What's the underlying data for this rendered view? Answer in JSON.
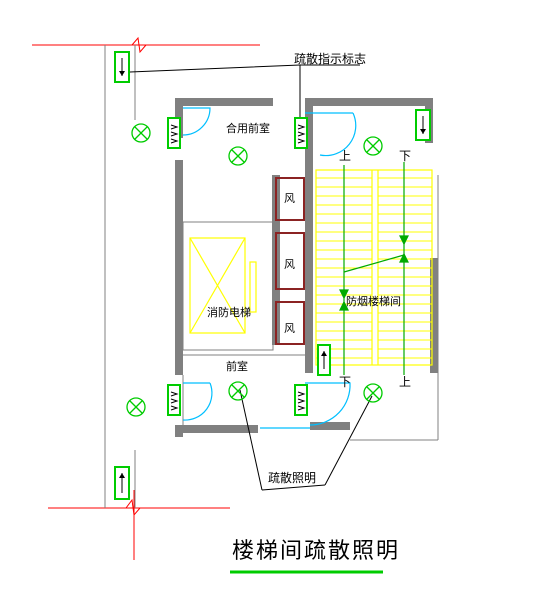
{
  "drawing": {
    "title": "楼梯间疏散照明",
    "annotations": {
      "exit_sign_label": "疏散指示标志",
      "evac_light_label": "疏散照明"
    },
    "rooms": {
      "shared_lobby": "合用前室",
      "fire_elevator": "消防电梯",
      "lobby": "前室",
      "smoke_stair": "防烟楼梯间"
    },
    "shafts": [
      "风",
      "风",
      "风"
    ],
    "stair_marks": {
      "up_top": "上",
      "down_top": "下",
      "down_bottom": "下",
      "up_bottom": "上"
    },
    "colors": {
      "wall": "#808080",
      "exit_sign": "#00cc00",
      "arrow": "#00aa00",
      "leader": "#000000",
      "grid_line": "#ff0000",
      "door": "#00bfff",
      "stair": "#ffff00",
      "shaft": "#8b2323",
      "title_underline": "#00cc00"
    },
    "icons": [
      "exit-sign-icon",
      "ceiling-light-icon"
    ]
  }
}
